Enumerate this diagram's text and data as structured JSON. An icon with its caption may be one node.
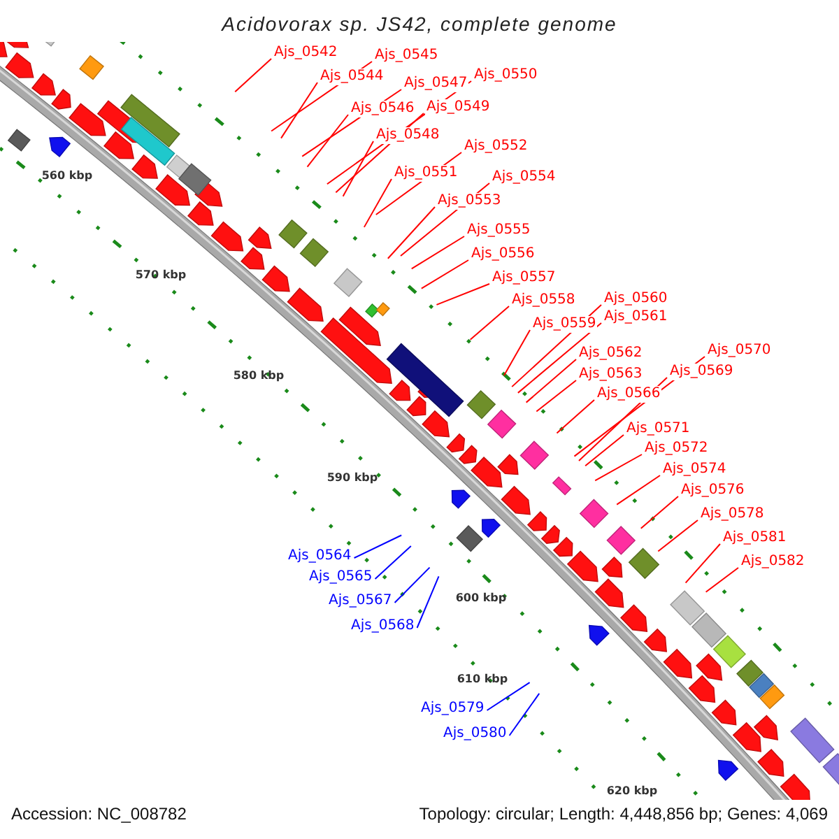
{
  "diagram": {
    "title": "Acidovorax sp. JS42, complete genome",
    "nodes": [
      {
        "text": [
          "Ajs_0542"
        ]
      },
      {
        "text": [
          "Ajs_0544"
        ]
      },
      {
        "text": [
          "Ajs_0545"
        ]
      },
      {
        "text": [
          "Ajs_0546"
        ]
      },
      {
        "text": [
          "Ajs_0547"
        ]
      },
      {
        "text": [
          "Ajs_0548"
        ]
      },
      {
        "text": [
          "Ajs_0549"
        ]
      },
      {
        "text": [
          "Ajs_0550"
        ]
      },
      {
        "text": [
          "Ajs_0551"
        ]
      },
      {
        "text": [
          "Ajs_0552"
        ]
      },
      {
        "text": [
          "Ajs_0553"
        ]
      },
      {
        "text": [
          "Ajs_0554"
        ]
      },
      {
        "text": [
          "Ajs_0555"
        ]
      },
      {
        "text": [
          "Ajs_0556"
        ]
      },
      {
        "text": [
          "Ajs_0557"
        ]
      },
      {
        "text": [
          "Ajs_0558"
        ]
      },
      {
        "text": [
          "Ajs_0559"
        ]
      },
      {
        "text": [
          "Ajs_0560"
        ]
      },
      {
        "text": [
          "Ajs_0561"
        ]
      },
      {
        "text": [
          "Ajs_0562"
        ]
      },
      {
        "text": [
          "Ajs_0563"
        ]
      },
      {
        "text": [
          "Ajs_0564"
        ]
      },
      {
        "text": [
          "Ajs_0565"
        ]
      },
      {
        "text": [
          "Ajs_0566"
        ]
      },
      {
        "text": [
          "Ajs_0567"
        ]
      },
      {
        "text": [
          "Ajs_0568"
        ]
      },
      {
        "text": [
          "Ajs_0569"
        ]
      },
      {
        "text": [
          "Ajs_0570"
        ]
      },
      {
        "text": [
          "Ajs_0571"
        ]
      },
      {
        "text": [
          "Ajs_0572"
        ]
      },
      {
        "text": [
          "Ajs_0574"
        ]
      },
      {
        "text": [
          "Ajs_0576"
        ]
      },
      {
        "text": [
          "Ajs_0578"
        ]
      },
      {
        "text": [
          "Ajs_0579"
        ]
      },
      {
        "text": [
          "Ajs_0580"
        ]
      },
      {
        "text": [
          "Ajs_0581"
        ]
      },
      {
        "text": [
          "Ajs_0582"
        ]
      }
    ],
    "edges": [
      {
        "from": 0,
        "to": null,
        "arrow": "none"
      },
      {
        "from": 1,
        "to": null,
        "arrow": "none"
      },
      {
        "from": 2,
        "to": null,
        "arrow": "none"
      },
      {
        "from": 3,
        "to": null,
        "arrow": "none"
      },
      {
        "from": 4,
        "to": null,
        "arrow": "none"
      },
      {
        "from": 5,
        "to": null,
        "arrow": "none"
      },
      {
        "from": 6,
        "to": null,
        "arrow": "none"
      },
      {
        "from": 7,
        "to": null,
        "arrow": "none"
      },
      {
        "from": 8,
        "to": null,
        "arrow": "none"
      },
      {
        "from": 9,
        "to": null,
        "arrow": "none"
      },
      {
        "from": 10,
        "to": null,
        "arrow": "none"
      },
      {
        "from": 11,
        "to": null,
        "arrow": "none"
      },
      {
        "from": 12,
        "to": null,
        "arrow": "none"
      },
      {
        "from": 13,
        "to": null,
        "arrow": "none"
      },
      {
        "from": 14,
        "to": null,
        "arrow": "none"
      },
      {
        "from": 15,
        "to": null,
        "arrow": "none"
      },
      {
        "from": 16,
        "to": null,
        "arrow": "none"
      },
      {
        "from": 17,
        "to": null,
        "arrow": "none"
      },
      {
        "from": 18,
        "to": null,
        "arrow": "none"
      },
      {
        "from": 19,
        "to": null,
        "arrow": "none"
      },
      {
        "from": 20,
        "to": null,
        "arrow": "none"
      },
      {
        "from": 21,
        "to": null,
        "arrow": "none",
        "color": "#0000ff"
      },
      {
        "from": 22,
        "to": null,
        "arrow": "none",
        "color": "#0000ff"
      },
      {
        "from": 23,
        "to": null,
        "arrow": "none"
      },
      {
        "from": 24,
        "to": null,
        "arrow": "none",
        "color": "#0000ff"
      },
      {
        "from": 25,
        "to": null,
        "arrow": "none",
        "color": "#0000ff"
      },
      {
        "from": 26,
        "to": null,
        "arrow": "none"
      },
      {
        "from": 27,
        "to": null,
        "arrow": "none"
      },
      {
        "from": 28,
        "to": null,
        "arrow": "none"
      },
      {
        "from": 29,
        "to": null,
        "arrow": "none"
      },
      {
        "from": 30,
        "to": null,
        "arrow": "none"
      },
      {
        "from": 31,
        "to": null,
        "arrow": "none"
      },
      {
        "from": 32,
        "to": null,
        "arrow": "none"
      },
      {
        "from": 33,
        "to": null,
        "arrow": "none",
        "color": "#0000ff"
      },
      {
        "from": 34,
        "to": null,
        "arrow": "none",
        "color": "#0000ff"
      },
      {
        "from": 35,
        "to": null,
        "arrow": "none"
      },
      {
        "from": 36,
        "to": null,
        "arrow": "none"
      }
    ],
    "labels": [
      "560 kbp",
      "570 kbp",
      "580 kbp",
      "590 kbp",
      "600 kbp",
      "610 kbp",
      "620 kbp",
      "Accession: NC_008782",
      "Topology: circular; Length: 4,448,856 bp; Genes: 4,069"
    ]
  }
}
